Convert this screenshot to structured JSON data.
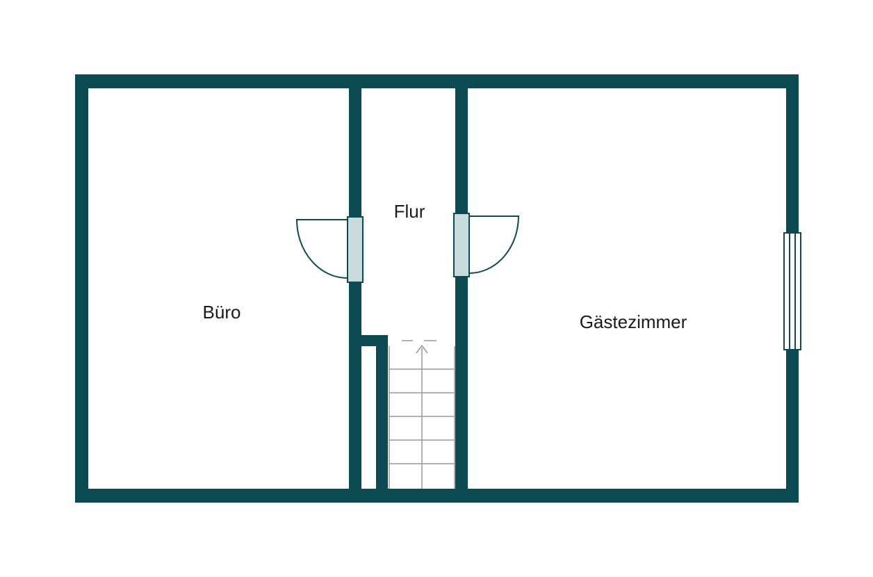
{
  "colors": {
    "wall": "#0b4a52",
    "door_leaf": "#c9dcdc",
    "window_fill": "#ffffff",
    "stair_line": "#999999",
    "background": "#ffffff"
  },
  "rooms": {
    "office": "Büro",
    "hallway": "Flur",
    "guest_room": "Gästezimmer"
  },
  "elements": {
    "doors": [
      "office-door",
      "guest-room-door"
    ],
    "windows": [
      "guest-room-window"
    ],
    "stairs": [
      "staircase"
    ]
  }
}
